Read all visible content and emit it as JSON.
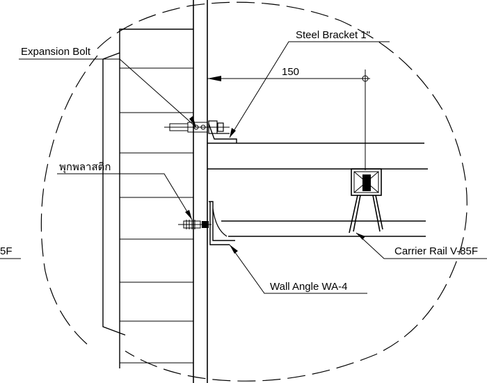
{
  "colors": {
    "line": "#000000",
    "background": "#ffffff"
  },
  "labels": {
    "expansion_bolt": "Expansion Bolt",
    "steel_bracket": "Steel Bracket 1\"",
    "dimension": "150",
    "plastic_plug": "พุกพลาสติก",
    "carrier_rail": "Carrier Rail V-85F",
    "wall_angle": "Wall Angle WA-4",
    "cropped_left": "5F"
  }
}
